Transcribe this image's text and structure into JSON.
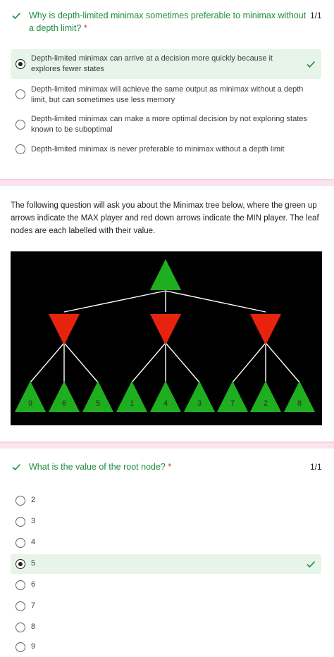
{
  "q1": {
    "question": "Why is depth-limited minimax sometimes preferable to minimax without a depth limit?",
    "required_mark": " *",
    "score": "1/1",
    "options": [
      {
        "label": "Depth-limited minimax can arrive at a decision more quickly because it explores fewer states",
        "selected": true,
        "correct": true
      },
      {
        "label": "Depth-limited minimax will achieve the same output as minimax without a depth limit, but can sometimes use less memory",
        "selected": false
      },
      {
        "label": "Depth-limited minimax can make a more optimal decision by not exploring states known to be suboptimal",
        "selected": false
      },
      {
        "label": "Depth-limited minimax is never preferable to minimax without a depth limit",
        "selected": false
      }
    ]
  },
  "description": {
    "text": "The following question will ask you about the Minimax tree below, where the green up arrows indicate the MAX player and red down arrows indicate the MIN player. The leaf nodes are each labelled with their value."
  },
  "tree": {
    "leaf_values": [
      "9",
      "6",
      "5",
      "1",
      "4",
      "3",
      "7",
      "2",
      "8"
    ],
    "colors": {
      "max": "#1fae1f",
      "min": "#e8230d",
      "background": "#000000",
      "edge": "#ffffff",
      "leaf_text": "#2b2b2b"
    }
  },
  "q2": {
    "question": "What is the value of the root node?",
    "required_mark": " *",
    "score": "1/1",
    "options": [
      {
        "label": "2",
        "selected": false
      },
      {
        "label": "3",
        "selected": false
      },
      {
        "label": "4",
        "selected": false
      },
      {
        "label": "5",
        "selected": true,
        "correct": true
      },
      {
        "label": "6",
        "selected": false
      },
      {
        "label": "7",
        "selected": false
      },
      {
        "label": "8",
        "selected": false
      },
      {
        "label": "9",
        "selected": false
      }
    ]
  },
  "colors": {
    "correct_green": "#1e8e3e",
    "selected_bg": "#e6f4ea",
    "divider_pink": "#fbe4ef"
  },
  "icons": {
    "correct": "checkmark-icon",
    "radio_on": "radio-checked-icon",
    "radio_off": "radio-unchecked-icon"
  }
}
